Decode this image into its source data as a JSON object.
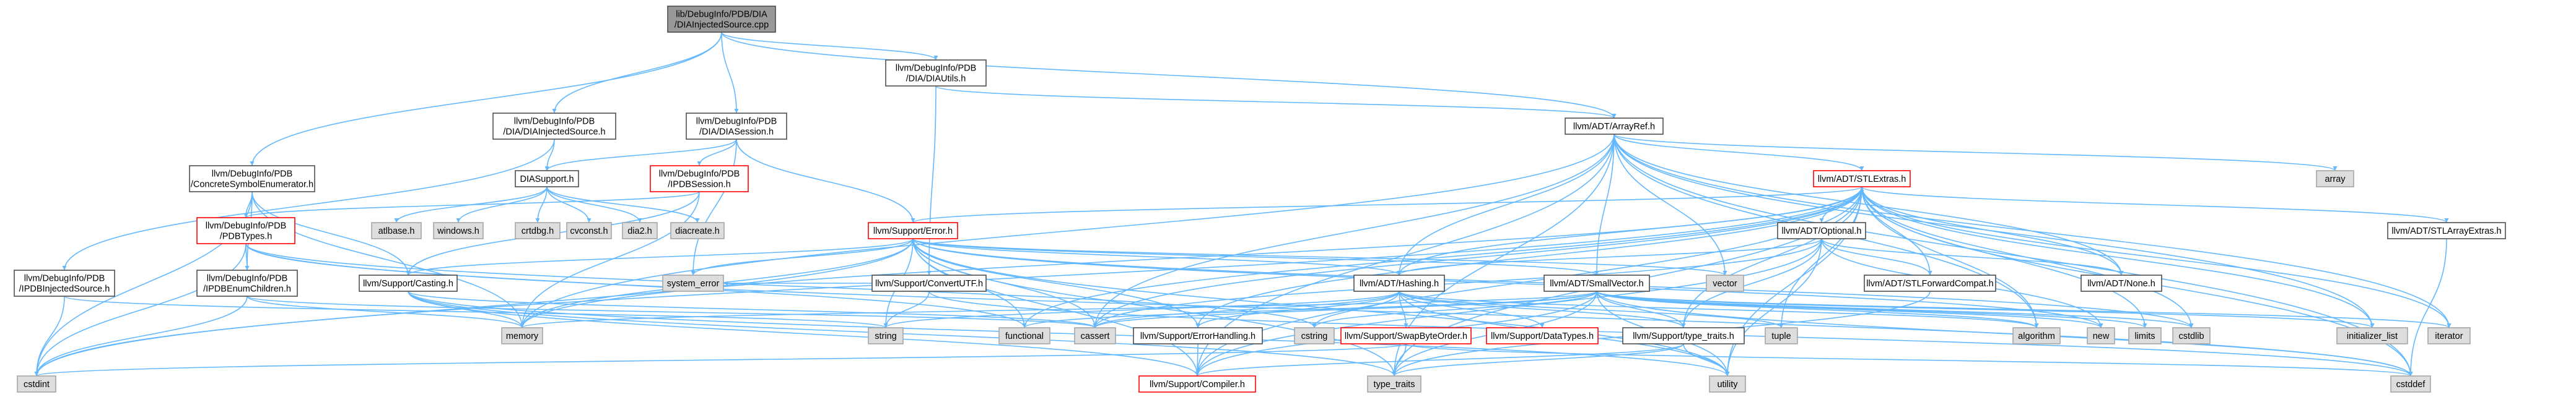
{
  "diagram": {
    "title": "lib/DebugInfo/PDB/DIA/DIAInjectedSource.cpp include dependency graph",
    "edge_color": "#63b8ff",
    "node_styles": {
      "root": {
        "fill": "#999999",
        "stroke": "#4d4d4d"
      },
      "local": {
        "fill": "#ffffff",
        "stroke": "#4d4d4d"
      },
      "sys": {
        "fill": "#dddddd",
        "stroke": "#a6a6a6"
      },
      "warn": {
        "fill": "#ffffff",
        "stroke": "#ff0000"
      }
    },
    "nodes": [
      {
        "id": "root",
        "kind": "root",
        "lines": [
          "lib/DebugInfo/PDB/DIA",
          "/DIAInjectedSource.cpp"
        ]
      },
      {
        "id": "diaInjectedH",
        "kind": "local",
        "lines": [
          "llvm/DebugInfo/PDB",
          "/DIA/DIAInjectedSource.h"
        ]
      },
      {
        "id": "diaSessionH",
        "kind": "local",
        "lines": [
          "llvm/DebugInfo/PDB",
          "/DIA/DIASession.h"
        ]
      },
      {
        "id": "diaUtilsH",
        "kind": "local",
        "lines": [
          "llvm/DebugInfo/PDB",
          "/DIA/DIAUtils.h"
        ]
      },
      {
        "id": "arrayRefH",
        "kind": "local",
        "lines": [
          "llvm/ADT/ArrayRef.h"
        ]
      },
      {
        "id": "concreteSymH",
        "kind": "local",
        "lines": [
          "llvm/DebugInfo/PDB",
          "/ConcreteSymbolEnumerator.h"
        ]
      },
      {
        "id": "diaSupportH",
        "kind": "local",
        "lines": [
          "DIASupport.h"
        ]
      },
      {
        "id": "ipdbSessionH",
        "kind": "warn",
        "lines": [
          "llvm/DebugInfo/PDB",
          "/IPDBSession.h"
        ]
      },
      {
        "id": "stlExtrasH",
        "kind": "warn",
        "lines": [
          "llvm/ADT/STLExtras.h"
        ]
      },
      {
        "id": "array",
        "kind": "sys",
        "lines": [
          "array"
        ]
      },
      {
        "id": "pdbTypesH",
        "kind": "warn",
        "lines": [
          "llvm/DebugInfo/PDB",
          "/PDBTypes.h"
        ]
      },
      {
        "id": "atlbase",
        "kind": "sys",
        "lines": [
          "atlbase.h"
        ]
      },
      {
        "id": "windows",
        "kind": "sys",
        "lines": [
          "windows.h"
        ]
      },
      {
        "id": "crtdbg",
        "kind": "sys",
        "lines": [
          "crtdbg.h"
        ]
      },
      {
        "id": "cvconst",
        "kind": "sys",
        "lines": [
          "cvconst.h"
        ]
      },
      {
        "id": "dia2",
        "kind": "sys",
        "lines": [
          "dia2.h"
        ]
      },
      {
        "id": "diacreate",
        "kind": "sys",
        "lines": [
          "diacreate.h"
        ]
      },
      {
        "id": "errorH",
        "kind": "warn",
        "lines": [
          "llvm/Support/Error.h"
        ]
      },
      {
        "id": "optionalH",
        "kind": "local",
        "lines": [
          "llvm/ADT/Optional.h"
        ]
      },
      {
        "id": "stlArrayExtrasH",
        "kind": "local",
        "lines": [
          "llvm/ADT/STLArrayExtras.h"
        ]
      },
      {
        "id": "ipdbInjectedH",
        "kind": "local",
        "lines": [
          "llvm/DebugInfo/PDB",
          "/IPDBInjectedSource.h"
        ]
      },
      {
        "id": "ipdbEnumH",
        "kind": "local",
        "lines": [
          "llvm/DebugInfo/PDB",
          "/IPDBEnumChildren.h"
        ]
      },
      {
        "id": "castingH",
        "kind": "local",
        "lines": [
          "llvm/Support/Casting.h"
        ]
      },
      {
        "id": "convertUTFH",
        "kind": "local",
        "lines": [
          "llvm/Support/ConvertUTF.h"
        ]
      },
      {
        "id": "hashingH",
        "kind": "local",
        "lines": [
          "llvm/ADT/Hashing.h"
        ]
      },
      {
        "id": "smallVectorH",
        "kind": "local",
        "lines": [
          "llvm/ADT/SmallVector.h"
        ]
      },
      {
        "id": "stlForwardCompatH",
        "kind": "local",
        "lines": [
          "llvm/ADT/STLForwardCompat.h"
        ]
      },
      {
        "id": "noneH",
        "kind": "local",
        "lines": [
          "llvm/ADT/None.h"
        ]
      },
      {
        "id": "system_error",
        "kind": "sys",
        "lines": [
          "system_error"
        ]
      },
      {
        "id": "vector",
        "kind": "sys",
        "lines": [
          "vector"
        ]
      },
      {
        "id": "memory",
        "kind": "sys",
        "lines": [
          "memory"
        ]
      },
      {
        "id": "string",
        "kind": "sys",
        "lines": [
          "string"
        ]
      },
      {
        "id": "functional",
        "kind": "sys",
        "lines": [
          "functional"
        ]
      },
      {
        "id": "cassert",
        "kind": "sys",
        "lines": [
          "cassert"
        ]
      },
      {
        "id": "errorHandlingH",
        "kind": "local",
        "lines": [
          "llvm/Support/ErrorHandling.h"
        ]
      },
      {
        "id": "cstring",
        "kind": "sys",
        "lines": [
          "cstring"
        ]
      },
      {
        "id": "swapByteOrderH",
        "kind": "warn",
        "lines": [
          "llvm/Support/SwapByteOrder.h"
        ]
      },
      {
        "id": "dataTypesH",
        "kind": "warn",
        "lines": [
          "llvm/Support/DataTypes.h"
        ]
      },
      {
        "id": "typeTraitsH",
        "kind": "local",
        "lines": [
          "llvm/Support/type_traits.h"
        ]
      },
      {
        "id": "tuple",
        "kind": "sys",
        "lines": [
          "tuple"
        ]
      },
      {
        "id": "algorithm",
        "kind": "sys",
        "lines": [
          "algorithm"
        ]
      },
      {
        "id": "new",
        "kind": "sys",
        "lines": [
          "new"
        ]
      },
      {
        "id": "limits",
        "kind": "sys",
        "lines": [
          "limits"
        ]
      },
      {
        "id": "cstdlib",
        "kind": "sys",
        "lines": [
          "cstdlib"
        ]
      },
      {
        "id": "initializer_list",
        "kind": "sys",
        "lines": [
          "initializer_list"
        ]
      },
      {
        "id": "iterator",
        "kind": "sys",
        "lines": [
          "iterator"
        ]
      },
      {
        "id": "cstdint",
        "kind": "sys",
        "lines": [
          "cstdint"
        ]
      },
      {
        "id": "compilerH",
        "kind": "warn",
        "lines": [
          "llvm/Support/Compiler.h"
        ]
      },
      {
        "id": "type_traits",
        "kind": "sys",
        "lines": [
          "type_traits"
        ]
      },
      {
        "id": "utility",
        "kind": "sys",
        "lines": [
          "utility"
        ]
      },
      {
        "id": "cstddef",
        "kind": "sys",
        "lines": [
          "cstddef"
        ]
      }
    ],
    "edges": [
      [
        "root",
        "diaInjectedH"
      ],
      [
        "root",
        "diaSessionH"
      ],
      [
        "root",
        "diaUtilsH"
      ],
      [
        "root",
        "arrayRefH"
      ],
      [
        "root",
        "concreteSymH"
      ],
      [
        "diaInjectedH",
        "diaSupportH"
      ],
      [
        "diaInjectedH",
        "ipdbInjectedH"
      ],
      [
        "diaSessionH",
        "diaSupportH"
      ],
      [
        "diaSessionH",
        "ipdbSessionH"
      ],
      [
        "diaSessionH",
        "errorH"
      ],
      [
        "diaSessionH",
        "system_error"
      ],
      [
        "diaUtilsH",
        "arrayRefH"
      ],
      [
        "diaUtilsH",
        "convertUTFH"
      ],
      [
        "diaSupportH",
        "atlbase"
      ],
      [
        "diaSupportH",
        "windows"
      ],
      [
        "diaSupportH",
        "crtdbg"
      ],
      [
        "diaSupportH",
        "cvconst"
      ],
      [
        "diaSupportH",
        "dia2"
      ],
      [
        "diaSupportH",
        "diacreate"
      ],
      [
        "ipdbSessionH",
        "pdbTypesH"
      ],
      [
        "ipdbSessionH",
        "castingH"
      ],
      [
        "ipdbSessionH",
        "memory"
      ],
      [
        "concreteSymH",
        "pdbTypesH"
      ],
      [
        "concreteSymH",
        "ipdbEnumH"
      ],
      [
        "concreteSymH",
        "castingH"
      ],
      [
        "concreteSymH",
        "cstdint"
      ],
      [
        "concreteSymH",
        "memory"
      ],
      [
        "pdbTypesH",
        "ipdbEnumH"
      ],
      [
        "pdbTypesH",
        "functional"
      ],
      [
        "pdbTypesH",
        "cstdint"
      ],
      [
        "pdbTypesH",
        "cstddef"
      ],
      [
        "pdbTypesH",
        "cstring"
      ],
      [
        "ipdbInjectedH",
        "cstdint"
      ],
      [
        "ipdbInjectedH",
        "string"
      ],
      [
        "ipdbEnumH",
        "cassert"
      ],
      [
        "ipdbEnumH",
        "cstdint"
      ],
      [
        "ipdbEnumH",
        "memory"
      ],
      [
        "castingH",
        "compilerH"
      ],
      [
        "castingH",
        "type_traits"
      ],
      [
        "castingH",
        "cassert"
      ],
      [
        "castingH",
        "memory"
      ],
      [
        "castingH",
        "utility"
      ],
      [
        "arrayRefH",
        "hashingH"
      ],
      [
        "arrayRefH",
        "smallVectorH"
      ],
      [
        "arrayRefH",
        "stlExtrasH"
      ],
      [
        "arrayRefH",
        "compilerH"
      ],
      [
        "arrayRefH",
        "algorithm"
      ],
      [
        "arrayRefH",
        "array"
      ],
      [
        "arrayRefH",
        "cassert"
      ],
      [
        "arrayRefH",
        "cstddef"
      ],
      [
        "arrayRefH",
        "initializer_list"
      ],
      [
        "arrayRefH",
        "iterator"
      ],
      [
        "arrayRefH",
        "memory"
      ],
      [
        "arrayRefH",
        "type_traits"
      ],
      [
        "arrayRefH",
        "vector"
      ],
      [
        "arrayRefH",
        "noneH"
      ],
      [
        "errorH",
        "hashingH"
      ],
      [
        "errorH",
        "smallVectorH"
      ],
      [
        "errorH",
        "stlExtrasH"
      ],
      [
        "errorH",
        "compilerH"
      ],
      [
        "errorH",
        "errorHandlingH"
      ],
      [
        "errorH",
        "type_traits"
      ],
      [
        "errorH",
        "cassert"
      ],
      [
        "errorH",
        "cstdint"
      ],
      [
        "errorH",
        "cstdlib"
      ],
      [
        "errorH",
        "functional"
      ],
      [
        "errorH",
        "memory"
      ],
      [
        "errorH",
        "new"
      ],
      [
        "errorH",
        "string"
      ],
      [
        "errorH",
        "system_error"
      ],
      [
        "errorH",
        "utility"
      ],
      [
        "errorH",
        "vector"
      ],
      [
        "errorH",
        "castingH"
      ],
      [
        "convertUTFH",
        "string"
      ],
      [
        "convertUTFH",
        "cstddef"
      ],
      [
        "convertUTFH",
        "system_error"
      ],
      [
        "stlExtrasH",
        "optionalH"
      ],
      [
        "stlExtrasH",
        "stlArrayExtrasH"
      ],
      [
        "stlExtrasH",
        "stlForwardCompatH"
      ],
      [
        "stlExtrasH",
        "compilerH"
      ],
      [
        "stlExtrasH",
        "errorHandlingH"
      ],
      [
        "stlExtrasH",
        "typeTraitsH"
      ],
      [
        "stlExtrasH",
        "algorithm"
      ],
      [
        "stlExtrasH",
        "cassert"
      ],
      [
        "stlExtrasH",
        "cstddef"
      ],
      [
        "stlExtrasH",
        "cstdint"
      ],
      [
        "stlExtrasH",
        "cstdlib"
      ],
      [
        "stlExtrasH",
        "functional"
      ],
      [
        "stlExtrasH",
        "initializer_list"
      ],
      [
        "stlExtrasH",
        "iterator"
      ],
      [
        "stlExtrasH",
        "limits"
      ],
      [
        "stlExtrasH",
        "memory"
      ],
      [
        "stlExtrasH",
        "tuple"
      ],
      [
        "stlExtrasH",
        "type_traits"
      ],
      [
        "stlExtrasH",
        "utility"
      ],
      [
        "stlExtrasH",
        "hashingH"
      ],
      [
        "stlExtrasH",
        "noneH"
      ],
      [
        "optionalH",
        "hashingH"
      ],
      [
        "optionalH",
        "noneH"
      ],
      [
        "optionalH",
        "stlForwardCompatH"
      ],
      [
        "optionalH",
        "compilerH"
      ],
      [
        "optionalH",
        "typeTraitsH"
      ],
      [
        "optionalH",
        "cassert"
      ],
      [
        "optionalH",
        "new"
      ],
      [
        "optionalH",
        "utility"
      ],
      [
        "stlArrayExtrasH",
        "cstddef"
      ],
      [
        "hashingH",
        "errorHandlingH"
      ],
      [
        "hashingH",
        "swapByteOrderH"
      ],
      [
        "hashingH",
        "typeTraitsH"
      ],
      [
        "hashingH",
        "dataTypesH"
      ],
      [
        "hashingH",
        "algorithm"
      ],
      [
        "hashingH",
        "cassert"
      ],
      [
        "hashingH",
        "cstring"
      ],
      [
        "hashingH",
        "string"
      ],
      [
        "hashingH",
        "tuple"
      ],
      [
        "hashingH",
        "utility"
      ],
      [
        "smallVectorH",
        "compilerH"
      ],
      [
        "smallVectorH",
        "typeTraitsH"
      ],
      [
        "smallVectorH",
        "algorithm"
      ],
      [
        "smallVectorH",
        "cassert"
      ],
      [
        "smallVectorH",
        "cstddef"
      ],
      [
        "smallVectorH",
        "cstdlib"
      ],
      [
        "smallVectorH",
        "cstring"
      ],
      [
        "smallVectorH",
        "functional"
      ],
      [
        "smallVectorH",
        "initializer_list"
      ],
      [
        "smallVectorH",
        "iterator"
      ],
      [
        "smallVectorH",
        "limits"
      ],
      [
        "smallVectorH",
        "memory"
      ],
      [
        "smallVectorH",
        "new"
      ],
      [
        "smallVectorH",
        "type_traits"
      ],
      [
        "smallVectorH",
        "utility"
      ],
      [
        "stlForwardCompatH",
        "type_traits"
      ],
      [
        "errorHandlingH",
        "compilerH"
      ],
      [
        "swapByteOrderH",
        "cstddef"
      ],
      [
        "swapByteOrderH",
        "cstdint"
      ],
      [
        "swapByteOrderH",
        "type_traits"
      ],
      [
        "typeTraitsH",
        "compilerH"
      ],
      [
        "typeTraitsH",
        "type_traits"
      ],
      [
        "typeTraitsH",
        "utility"
      ]
    ]
  }
}
